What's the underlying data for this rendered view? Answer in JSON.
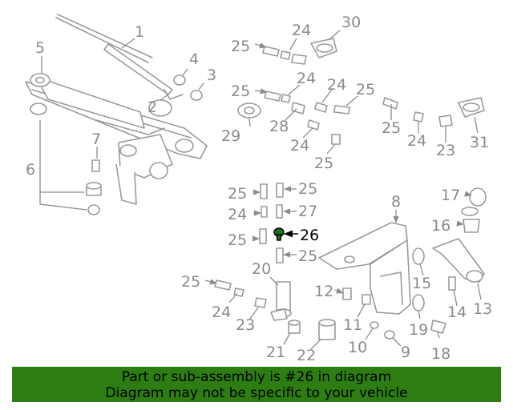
{
  "diagram": {
    "highlighted_part": "26",
    "callouts": [
      "1",
      "2",
      "3",
      "4",
      "5",
      "6",
      "7",
      "8",
      "10",
      "11",
      "12",
      "13",
      "14",
      "15",
      "16",
      "17",
      "18",
      "19",
      "20",
      "21",
      "22",
      "23",
      "24",
      "25",
      "26",
      "27",
      "28",
      "29",
      "30",
      "31",
      "9"
    ]
  },
  "banner": {
    "line1": "Part or sub-assembly is #26 in diagram",
    "line2": "Diagram may not be specific to your vehicle"
  },
  "colors": {
    "banner_bg": "#2e7d12",
    "highlight_part": "#1f6d1f",
    "line_art": "#9a9a9a"
  }
}
